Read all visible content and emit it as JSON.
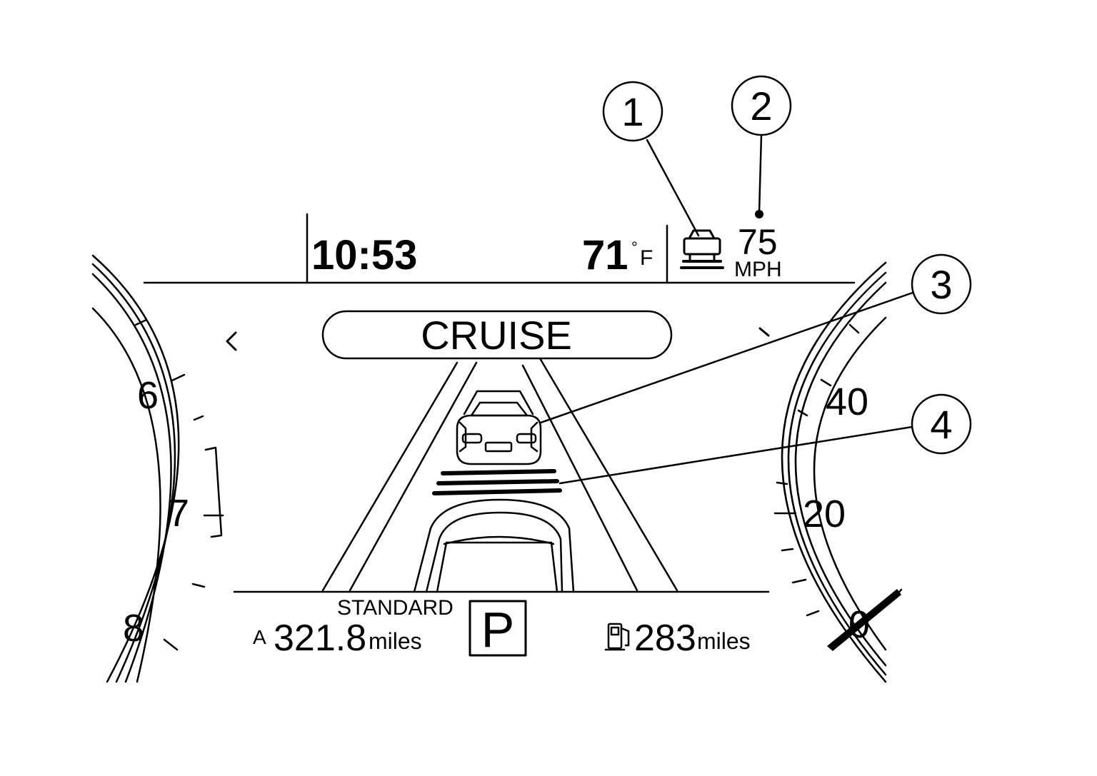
{
  "display": {
    "time": "10:53",
    "temperature": {
      "value": "71",
      "unit_degree": "°",
      "unit_letter": "F"
    },
    "set_speed": {
      "value": "75",
      "unit": "MPH"
    },
    "mode_label": "CRUISE",
    "drive_mode": "STANDARD",
    "gear": "P",
    "trip": {
      "prefix": "A",
      "value": "321.8",
      "unit": "miles"
    },
    "range": {
      "value": "283",
      "unit": "miles"
    }
  },
  "gauges": {
    "left_labels": [
      "6",
      "7",
      "8"
    ],
    "right_labels": [
      "40",
      "20",
      "0"
    ]
  },
  "callouts": [
    "1",
    "2",
    "3",
    "4"
  ],
  "icons": {
    "vehicle_ahead": "vehicle-ahead-icon",
    "fuel": "fuel-pump-icon",
    "lead_vehicle": "lead-vehicle-icon",
    "distance_bars": "following-distance-bars-icon",
    "own_vehicle": "own-vehicle-hood-icon"
  },
  "colors": {
    "ink": "#000000",
    "paper": "#ffffff"
  }
}
